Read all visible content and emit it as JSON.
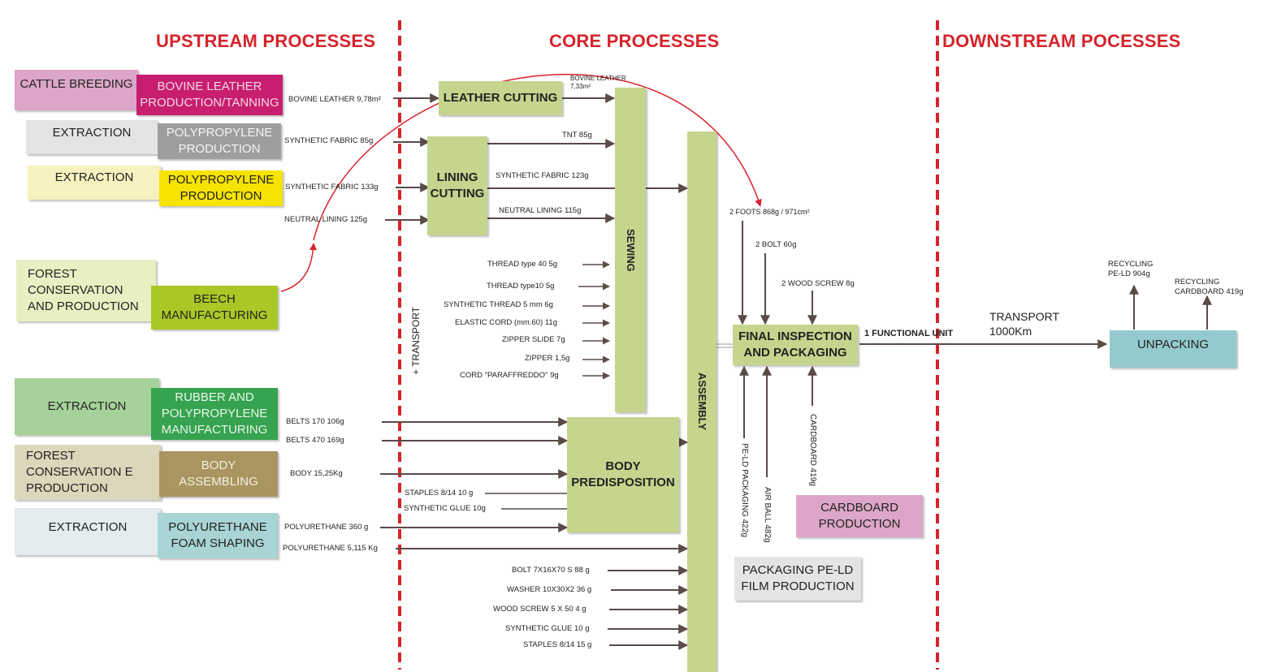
{
  "headings": {
    "upstream": "UPSTREAM PROCESSES",
    "core": "CORE PROCESSES",
    "downstream": "DOWNSTREAM POCESSES"
  },
  "upstream_boxes": {
    "cattle_breeding": "CATTLE BREEDING",
    "bovine_leather": "BOVINE LEATHER\nPRODUCTION/TANNING",
    "extraction_1": "EXTRACTION",
    "polypropylene_1": "POLYPROPYLENE\nPRODUCTION",
    "extraction_2": "EXTRACTION",
    "polypropylene_2": "POLYPROPYLENE\nPRODUCTION",
    "forest_conservation": "FOREST\nCONSERVATION\nAND PRODUCTION",
    "beech_manufacturing": "BEECH\nMANUFACTURING",
    "extraction_3": "EXTRACTION",
    "rubber_polypropylene": "RUBBER AND\nPOLYPROPYLENE\nMANUFACTURING",
    "forest_conservation_e": "FOREST\nCONSERVATION E\nPRODUCTION",
    "body_assembling": "BODY\nASSEMBLING",
    "extraction_4": "EXTRACTION",
    "polyurethane_foam": "POLYURETHANE\nFOAM SHAPING"
  },
  "flow_labels": {
    "bovine_leather_in": "BOVINE LEATHER  9,78m²",
    "synthetic_fabric_85": "SYNTHETIC FABRIC 85g",
    "synthetic_fabric_133": "SYNTHETIC FABRIC 133g",
    "neutral_lining_125": "NEUTRAL LINING 125g",
    "belts_170": "BELTS 170 106g",
    "belts_470": "BELTS 470 169g",
    "body_15": "BODY 15,25Kg",
    "staples_8_14_10": "STAPLES 8/14 10 g",
    "synthetic_glue_10g_upper": "SYNTHETIC GLUE 10g",
    "polyurethane_360": "POLYURETHANE 360 g",
    "polyurethane_5115": "POLYURETHANE 5,115 Kg",
    "bovine_leather_out": "BOVINE LEATHER\n7,33m²",
    "tnt_85": "TNT 85g",
    "synthetic_fabric_123": "SYNTHETIC FABRIC  123g",
    "neutral_lining_115": "NEUTRAL LINING 115g",
    "thread_40": "THREAD type 40  5g",
    "thread_10": "THREAD type10  5g",
    "synthetic_thread": "SYNTHETIC THREAD 5 mm  6g",
    "elastic_cord": "ELASTIC CORD (mm.60) 11g",
    "zipper_slide": "ZIPPER SLIDE 7g",
    "zipper": "ZIPPER 1,5g",
    "cord_paraffreddo": "CORD \"PARAFFREDDO\" 9g",
    "bolt_7x16x70": "BOLT 7X16X70  S 88 g",
    "washer": "WASHER 10X30X2 36 g",
    "wood_screw_5x50": "WOOD SCREW  5 X 50 4 g",
    "synthetic_glue_10_g": "SYNTHETIC GLUE 10 g",
    "staples_8_14_15": "STAPLES  8/14 15 g",
    "two_foots": "2 FOOTS 868g / 971cm²",
    "two_bolt": "2 BOLT 60g",
    "two_wood_screw": "2 WOOD SCREW 8g",
    "functional_unit": "1 FUNCTIONAL UNIT",
    "transport": "TRANSPORT\n1000Km",
    "recycling_peld": "RECYCLING\nPE-LD 904g",
    "recycling_cardboard": "RECYCLING\nCARDBOARD 419g",
    "pe_ld_packaging": "PE-LD PACKAGING 422g",
    "air_ball": "AIR BALL 482g",
    "cardboard_419": "CARDBOARD 419g",
    "plus_transport": "+ TRANSPORT"
  },
  "core_boxes": {
    "leather_cutting": "LEATHER CUTTING",
    "lining_cutting": "LINING\nCUTTING",
    "sewing": "SEWING",
    "assembly": "ASSEMBLY",
    "body_predisposition": "BODY\nPREDISPOSITION",
    "final_inspection": "FINAL INSPECTION\nAND PACKAGING",
    "cardboard_production": "CARDBOARD\nPRODUCTION",
    "packaging_film": "PACKAGING PE-LD\nFILM  PRODUCTION",
    "unpacking": "UNPACKING"
  },
  "colors": {
    "heading": "#d6232a",
    "divider": "#d6232a",
    "arrow": "#5a4a48",
    "green_process": "#c5d58d",
    "pink": "#dda6c8",
    "magenta": "#c81e6f",
    "grey_light": "#e4e4e4",
    "grey_dark": "#9e9e9e",
    "cream": "#f6f1bf",
    "yellow": "#f6e300",
    "light_green": "#e8efc2",
    "lime": "#a8c925",
    "mid_green": "#a5d29a",
    "dark_green": "#36a350",
    "beige": "#dcd6bb",
    "olive": "#a8955f",
    "pale_blue": "#e3ecee",
    "teal": "#a9d4d6",
    "unpack_teal": "#94cacd"
  }
}
